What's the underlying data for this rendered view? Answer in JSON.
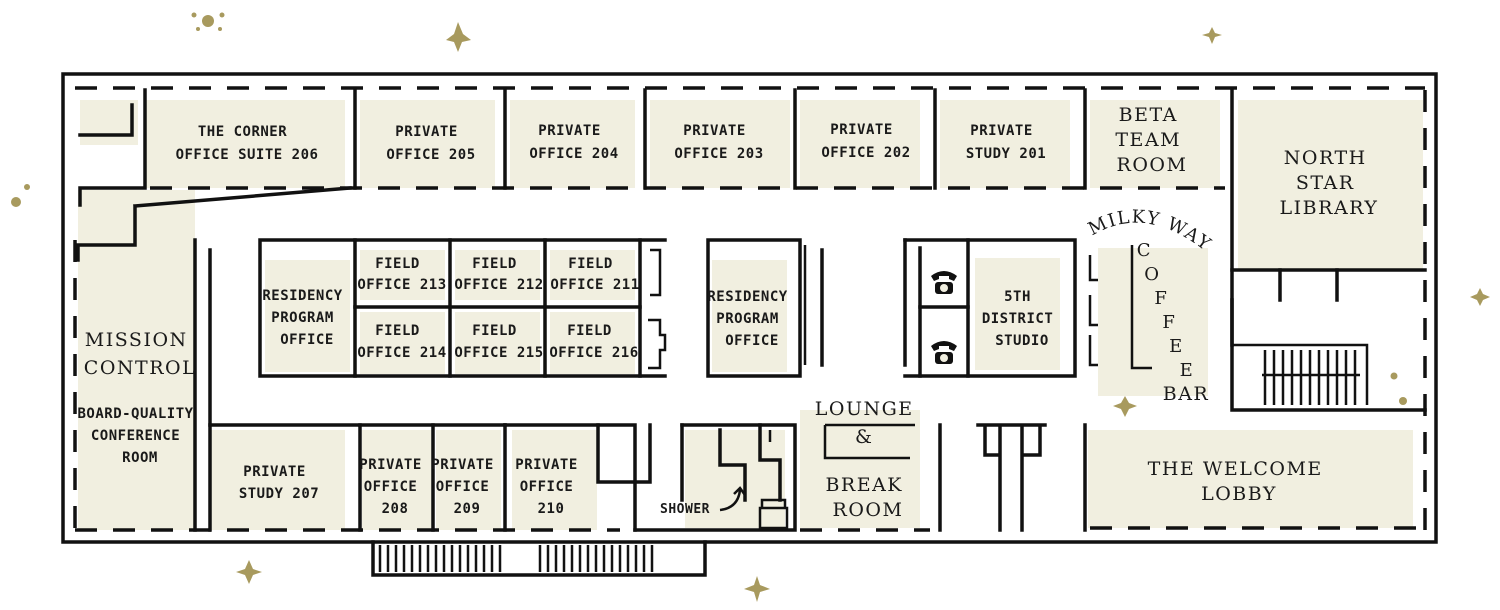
{
  "rooms": {
    "corner_office": [
      "THE CORNER",
      "OFFICE SUITE 206"
    ],
    "office_205": [
      "PRIVATE",
      "OFFICE 205"
    ],
    "office_204": [
      "PRIVATE",
      "OFFICE 204"
    ],
    "office_203": [
      "PRIVATE",
      "OFFICE 203"
    ],
    "office_202": [
      "PRIVATE",
      "OFFICE 202"
    ],
    "study_201": [
      "PRIVATE",
      "STUDY 201"
    ],
    "beta_team": [
      "BETA",
      "TEAM",
      "ROOM"
    ],
    "north_star": [
      "NORTH",
      "STAR",
      "LIBRARY"
    ],
    "mission_control": [
      "MISSION",
      "CONTROL"
    ],
    "conference": [
      "BOARD-QUALITY",
      "CONFERENCE",
      "ROOM"
    ],
    "residency_left": [
      "RESIDENCY",
      "PROGRAM",
      "OFFICE"
    ],
    "field_213": [
      "FIELD",
      "OFFICE 213"
    ],
    "field_212": [
      "FIELD",
      "OFFICE 212"
    ],
    "field_211": [
      "FIELD",
      "OFFICE 211"
    ],
    "field_214": [
      "FIELD",
      "OFFICE 214"
    ],
    "field_215": [
      "FIELD",
      "OFFICE 215"
    ],
    "field_216": [
      "FIELD",
      "OFFICE 216"
    ],
    "residency_right": [
      "RESIDENCY",
      "PROGRAM",
      "OFFICE"
    ],
    "district_studio": [
      "5TH",
      "DISTRICT",
      "STUDIO"
    ],
    "milky_way": "MILKY WAY",
    "coffee_letters": [
      "C",
      "O",
      "F",
      "F",
      "E",
      "E"
    ],
    "bar": "BAR",
    "study_207": [
      "PRIVATE",
      "STUDY 207"
    ],
    "office_208": [
      "PRIVATE",
      "OFFICE",
      "208"
    ],
    "office_209": [
      "PRIVATE",
      "OFFICE",
      "209"
    ],
    "office_210": [
      "PRIVATE",
      "OFFICE",
      "210"
    ],
    "shower": "SHOWER",
    "lounge": [
      "LOUNGE",
      "&",
      "BREAK",
      "ROOM"
    ],
    "welcome_lobby": [
      "THE WELCOME",
      "LOBBY"
    ]
  },
  "icons": {
    "phone": "telephone-icon",
    "star": "star-icon"
  },
  "colors": {
    "room_fill": "#f1efe0",
    "wall": "#111111",
    "accent": "#a89a5e"
  }
}
